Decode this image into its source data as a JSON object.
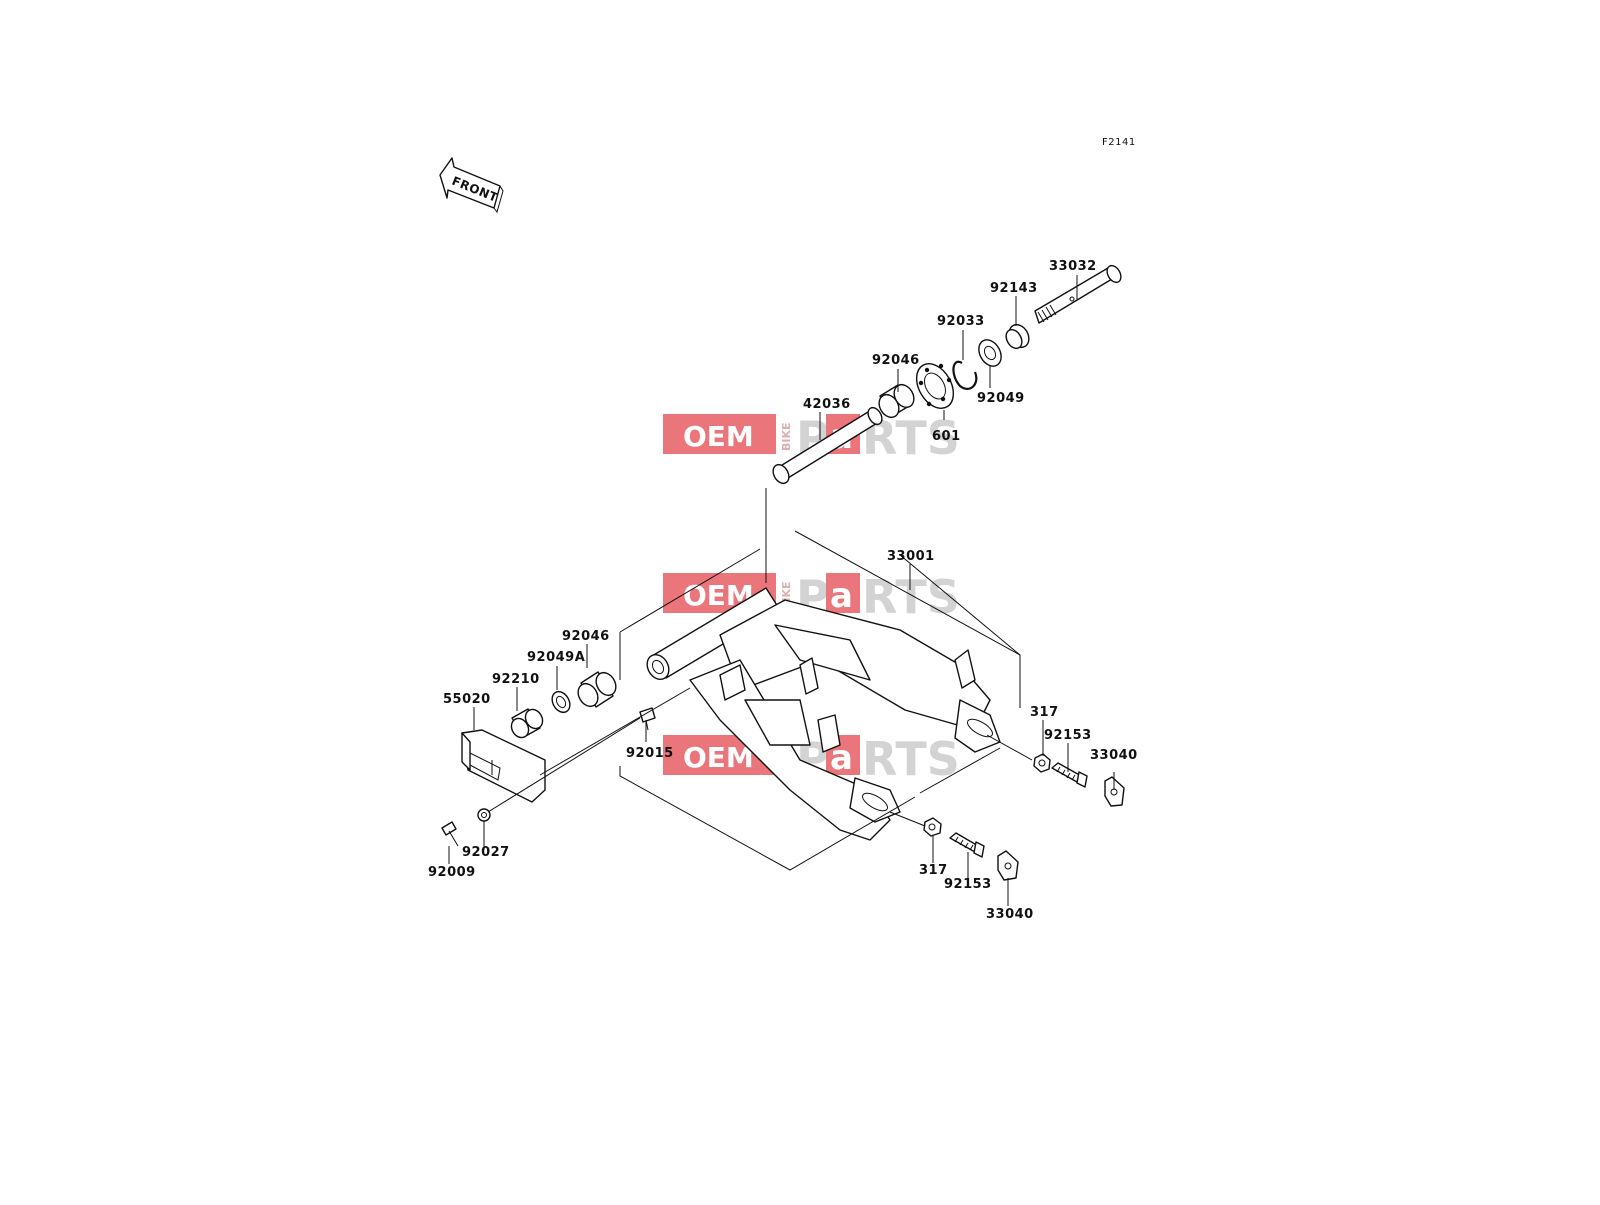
{
  "diagram": {
    "sheet_code": "F2141",
    "front_arrow_label": "FRONT",
    "watermark": {
      "left": "OEM",
      "middle": "BIKE",
      "right_a": "P",
      "right_b": "a",
      "right_c": "RTS"
    },
    "callouts": [
      "33032",
      "92143",
      "92033",
      "92046",
      "92049",
      "601",
      "42036",
      "33001",
      "92046",
      "92049A",
      "92210",
      "55020",
      "92015",
      "317",
      "92153",
      "33040",
      "92027",
      "92009",
      "317",
      "92153",
      "33040"
    ]
  }
}
